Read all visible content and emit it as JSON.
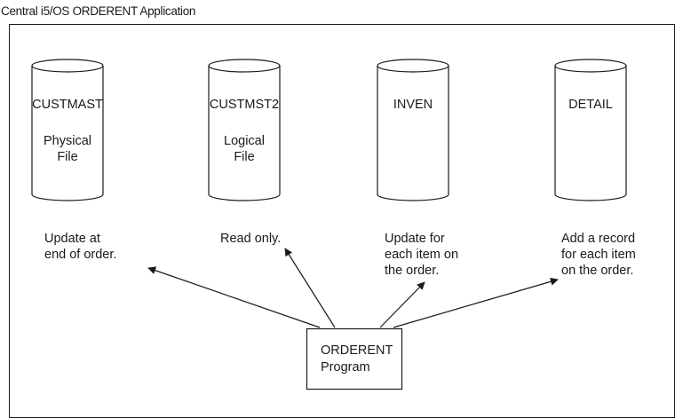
{
  "caption": "Central i5/OS ORDERENT Application",
  "files": [
    {
      "name": "CUSTMAST",
      "type_line1": "Physical",
      "type_line2": "File",
      "action_line1": "Update at",
      "action_line2": "end of order.",
      "action_line3": ""
    },
    {
      "name": "CUSTMST2",
      "type_line1": "Logical",
      "type_line2": "File",
      "action_line1": "Read only.",
      "action_line2": "",
      "action_line3": ""
    },
    {
      "name": "INVEN",
      "type_line1": "",
      "type_line2": "",
      "action_line1": "Update for",
      "action_line2": "each item on",
      "action_line3": "the order."
    },
    {
      "name": "DETAIL",
      "type_line1": "",
      "type_line2": "",
      "action_line1": "Add a record",
      "action_line2": "for each item",
      "action_line3": "on the order."
    }
  ],
  "program": {
    "line1": "ORDERENT",
    "line2": "Program"
  }
}
